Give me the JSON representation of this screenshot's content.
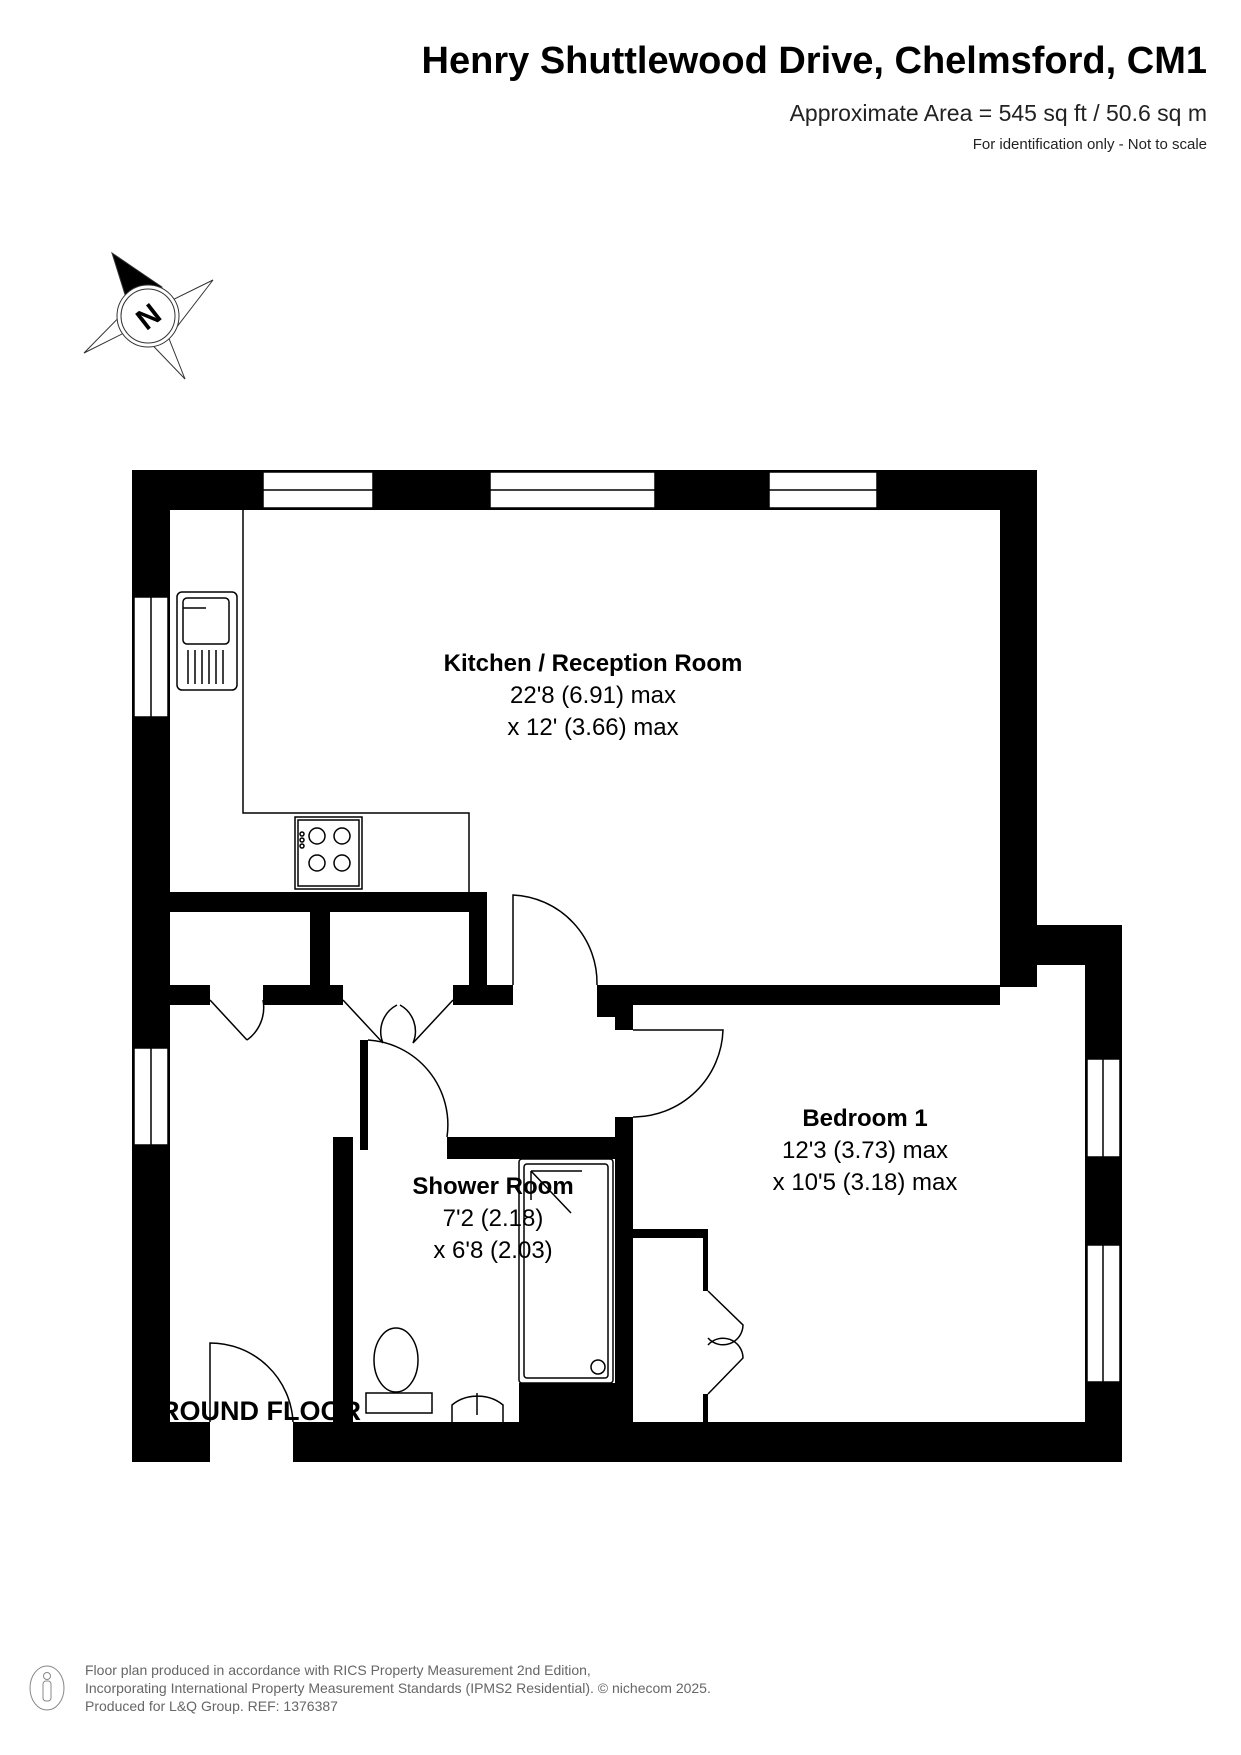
{
  "header": {
    "title": "Henry Shuttlewood Drive, Chelmsford, CM1",
    "area": "Approximate Area = 545 sq ft / 50.6 sq m",
    "note": "For identification only - Not to scale"
  },
  "compass": {
    "label": "N",
    "icon": "compass-rose-icon"
  },
  "rooms": [
    {
      "name": "Kitchen / Reception Room",
      "dim1": "22'8 (6.91) max",
      "dim2": "x 12' (3.66) max"
    },
    {
      "name": "Bedroom 1",
      "dim1": "12'3 (3.73) max",
      "dim2": "x 10'5 (3.18) max"
    },
    {
      "name": "Shower Room",
      "dim1": "7'2 (2.18)",
      "dim2": "x 6'8 (2.03)"
    }
  ],
  "floor_label": "GROUND FLOOR",
  "footer": {
    "line1": "Floor plan produced in accordance with RICS Property Measurement 2nd Edition,",
    "line2": "Incorporating International Property Measurement Standards (IPMS2 Residential).   © nichecom 2025.",
    "line3": "Produced for L&Q Group.   REF:   1376387"
  }
}
